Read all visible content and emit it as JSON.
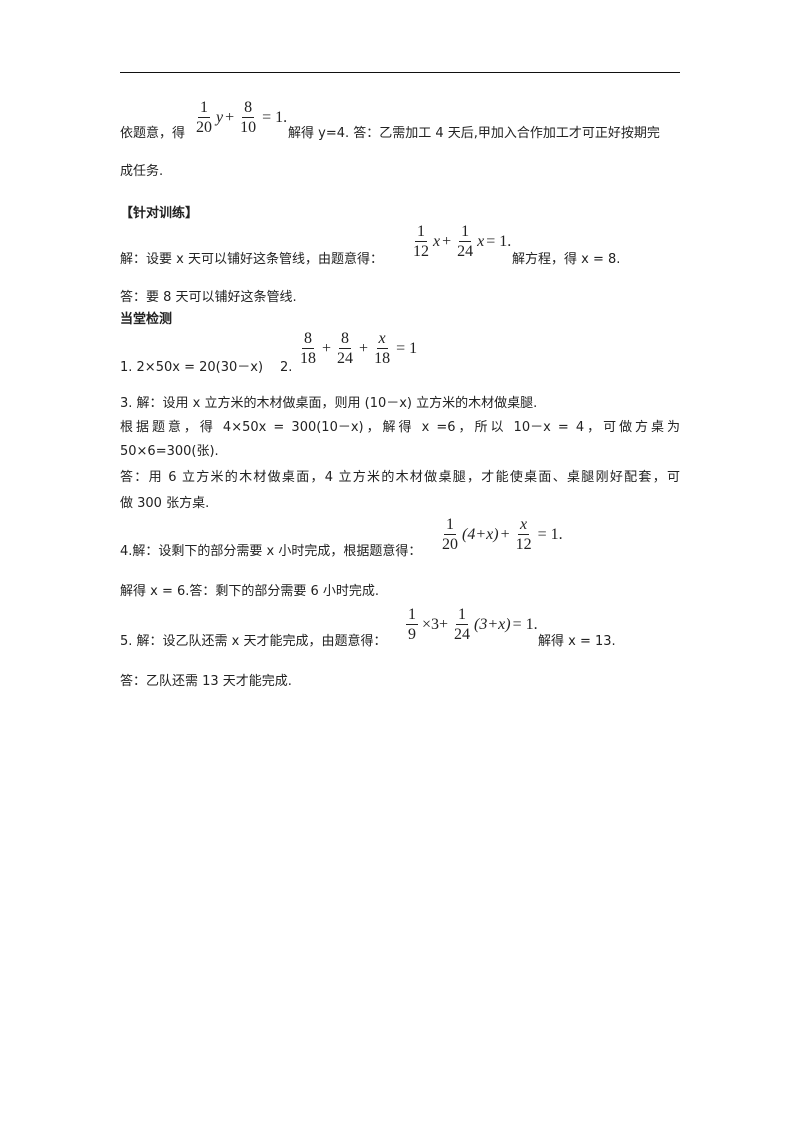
{
  "p1": {
    "prefix": "依题意，得",
    "eq": {
      "f1n": "1",
      "f1d": "20",
      "v1": "y",
      "plus": "+",
      "f2n": "8",
      "f2d": "10",
      "rhs": "= 1."
    },
    "after": "解得 y=4. 答：乙需加工 4 天后,甲加入合作加工才可正好按期完",
    "line2": "成任务."
  },
  "training": {
    "heading": "【针对训练】",
    "prefix": "解：设要 x 天可以铺好这条管线，由题意得：",
    "eq": {
      "f1n": "1",
      "f1d": "12",
      "v1": "x",
      "plus": "+",
      "f2n": "1",
      "f2d": "24",
      "v2": "x",
      "rhs": "= 1."
    },
    "after": "解方程，得 x = 8.",
    "answer": "答：要 8 天可以铺好这条管线."
  },
  "check": {
    "heading": "当堂检测",
    "q1": "1.  2×50x = 20(30－x)",
    "q2label": "2.",
    "q2eq": {
      "f1n": "8",
      "f1d": "18",
      "p1": "+",
      "f2n": "8",
      "f2d": "24",
      "p2": "+",
      "f3n": "x",
      "f3d": "18",
      "rhs": "= 1"
    },
    "q3": {
      "l1": "3.  解：设用 x 立方米的木材做桌面，则用 (10－x) 立方米的木材做桌腿.",
      "l2": "根据题意，得  4×50x = 300(10－x)，解得 x =6，所以  10－x = 4，可做方桌为",
      "l3": "50×6=300(张).",
      "l4": "答：用 6 立方米的木材做桌面，4 立方米的木材做桌腿，才能使桌面、桌腿刚好配套，可",
      "l5": "做 300 张方桌."
    },
    "q4": {
      "prefix": "4.解：设剩下的部分需要 x 小时完成，根据题意得：",
      "eq": {
        "f1n": "1",
        "f1d": "20",
        "paren": "(4+x)",
        "plus": "+",
        "f2n": "x",
        "f2d": "12",
        "rhs": "= 1."
      },
      "answer": "解得 x = 6.答：剩下的部分需要 6 小时完成."
    },
    "q5": {
      "prefix": "5.  解：设乙队还需 x 天才能完成，由题意得：",
      "eq": {
        "f1n": "1",
        "f1d": "9",
        "times": "×3+",
        "f2n": "1",
        "f2d": "24",
        "paren": "(3+x)",
        "rhs": "= 1."
      },
      "after": "解得 x = 13.",
      "answer": "答：乙队还需 13 天才能完成."
    }
  }
}
